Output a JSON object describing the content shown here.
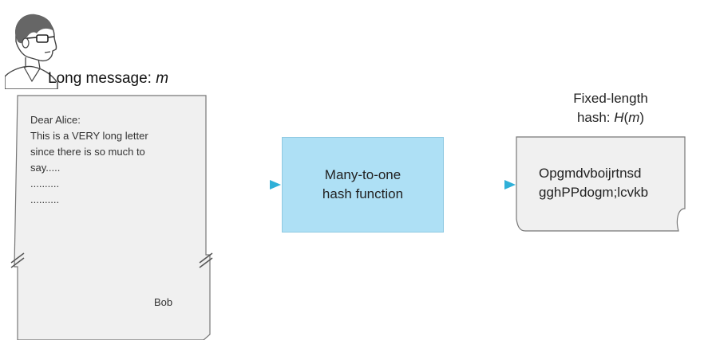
{
  "message_label": {
    "text": "Long message: ",
    "variable": "m"
  },
  "letter": {
    "lines": [
      "Dear Alice:",
      "This is a VERY long letter",
      "since there is so much to",
      "say.....",
      "..........",
      ".........."
    ],
    "signature": "Bob"
  },
  "hash_function": {
    "lines": [
      "Many-to-one",
      "hash function"
    ]
  },
  "hash_output": {
    "label_line1": "Fixed-length",
    "label_prefix": "hash: ",
    "label_func": "H",
    "label_open": "(",
    "label_var": "m",
    "label_close": ")",
    "digest_lines": [
      "Opgmdvboijrtnsd",
      "gghPPdogm;lcvkb"
    ]
  },
  "colors": {
    "hash_box_fill": "#aee0f5",
    "arrow": "#1f8fb8",
    "document_fill": "#f0f0f0"
  }
}
